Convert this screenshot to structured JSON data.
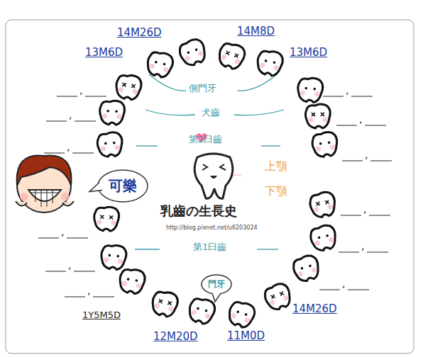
{
  "diagram": {
    "nodes": [
      {
        "text": [
          "可樂"
        ]
      },
      {
        "text": [
          "門牙"
        ]
      }
    ],
    "labels": [
      "14M26D",
      "14M8D",
      "13M6D",
      "13M6D",
      "側門牙",
      "犬齒",
      "第2臼齒",
      "上顎",
      "下顎",
      "乳齒の生長史",
      "http://blog.pixnet.net/u6203024",
      "第1臼齒",
      "1Y5M5D",
      "12M20D",
      "11M0D",
      "14M26D",
      ",",
      ",",
      ",",
      ",",
      ",",
      ",",
      ",",
      ",",
      ",",
      ",",
      ",",
      ","
    ]
  }
}
